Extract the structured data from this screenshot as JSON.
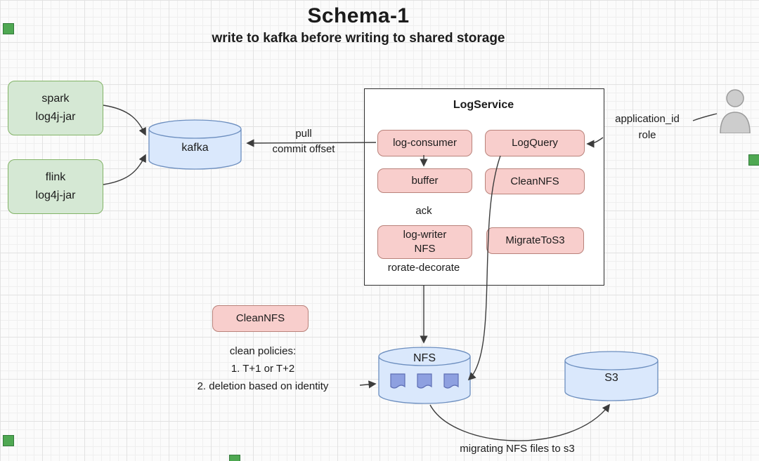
{
  "diagram": {
    "title": "Schema-1",
    "subtitle": "write to kafka before writing to shared storage"
  },
  "nodes": {
    "spark": "spark\nlog4j-jar",
    "flink": "flink\nlog4j-jar",
    "kafka": "kafka",
    "logservice_title": "LogService",
    "log_consumer": "log-consumer",
    "buffer": "buffer",
    "log_writer_nfs": "log-writer\nNFS",
    "logquery": "LogQuery",
    "cleannfs_service": "CleanNFS",
    "migrate_to_s3": "MigrateToS3",
    "cleannfs_job": "CleanNFS",
    "nfs": "NFS",
    "s3": "S3"
  },
  "annotations": {
    "pull_commit_offset": "pull\ncommit offset",
    "ack": "ack",
    "rorate_decorate": "rorate-decorate",
    "application_id_role": "application_id\nrole",
    "clean_policies": "clean policies:\n1. T+1 or T+2\n2. deletion based on identity",
    "migrating_nfs": "migrating NFS files to s3"
  },
  "icons": {
    "person": "person-icon",
    "nfs_files": "file-icon",
    "corner_markers": "green-anchor-marker"
  },
  "colors": {
    "green_fill": "#d5e8d4",
    "green_stroke": "#82b366",
    "pink_fill": "#f8cecc",
    "pink_stroke": "#b9827a",
    "blue_fill": "#dae8fc",
    "blue_stroke": "#6c8ebf",
    "doc_fill": "#8ea0e0",
    "doc_stroke": "#5e6fb4",
    "person_fill": "#cdcdcd",
    "person_stroke": "#9b9b9b",
    "marker_green": "#4fa852",
    "line": "#3c3c3c"
  }
}
